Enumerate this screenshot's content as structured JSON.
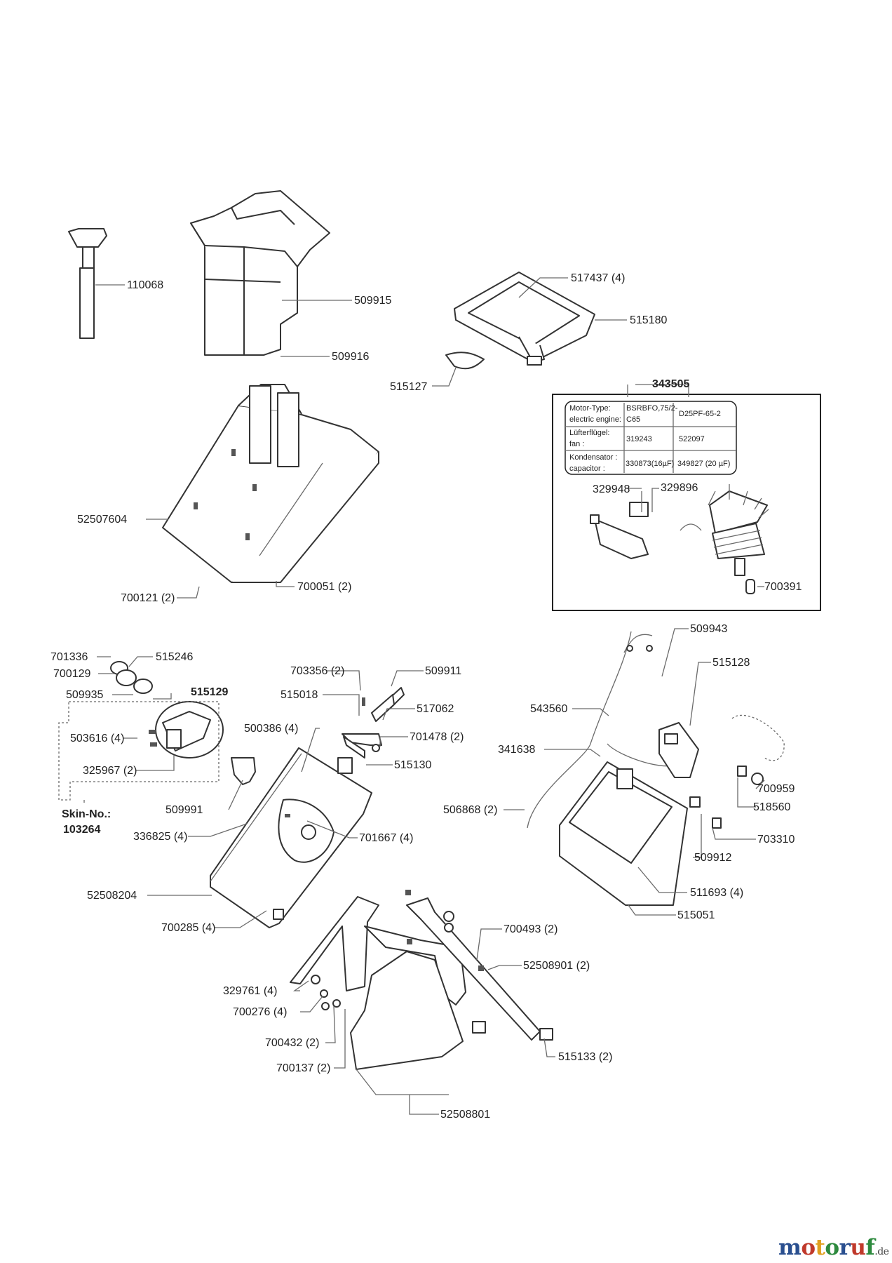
{
  "labels": {
    "p110068": "110068",
    "p509915": "509915",
    "p509916": "509916",
    "p517437": "517437 (4)",
    "p515180": "515180",
    "p515127": "515127",
    "p343505": "343505",
    "p52507604": "52507604",
    "p329948": "329948",
    "p329896": "329896",
    "p700391": "700391",
    "p700121": "700121 (2)",
    "p700051": "700051 (2)",
    "p509943": "509943",
    "p515128": "515128",
    "p701336": "701336",
    "p515246": "515246",
    "p700129": "700129",
    "p509935": "509935",
    "p515129": "515129",
    "p703356": "703356 (2)",
    "p509911": "509911",
    "p515018": "515018",
    "p517062": "517062",
    "p543560": "543560",
    "p500386": "500386 (4)",
    "p701478": "701478 (2)",
    "p503616": "503616 (4)",
    "p341638": "341638",
    "p515130": "515130",
    "p325967": "325967 (2)",
    "p700959": "700959",
    "p518560": "518560",
    "p506868": "506868 (2)",
    "p509991": "509991",
    "p703310": "703310",
    "p336825": "336825 (4)",
    "p701667": "701667 (4)",
    "p509912": "509912",
    "p52508204": "52508204",
    "p511693": "511693 (4)",
    "p515051": "515051",
    "p700285": "700285 (4)",
    "p700493": "700493 (2)",
    "p52508901": "52508901 (2)",
    "p329761": "329761 (4)",
    "p700276": "700276 (4)",
    "p700432": "700432 (2)",
    "p515133": "515133 (2)",
    "p700137": "700137 (2)",
    "p52508801": "52508801"
  },
  "skin": {
    "line1": "Skin-No.:",
    "line2": "103264"
  },
  "motor_table": {
    "r1c1a": "Motor-Type:",
    "r1c1b": "electric engine:",
    "r1c2a": "BSRBFO,75/2-",
    "r1c2b": "C65",
    "r1c3": "D25PF-65-2",
    "r2c1a": "Lüfterflügel:",
    "r2c1b": "fan :",
    "r2c2": "319243",
    "r2c3": "522097",
    "r3c1a": "Kondensator :",
    "r3c1b": "capacitor :",
    "r3c2": "330873(16µF)",
    "r3c3": "349827 (20 µF)"
  },
  "logo": {
    "text": "motoruf",
    "suffix": ".de"
  },
  "colors": {
    "line": "#6a6a6a",
    "part": "#333333",
    "logo_m": "#2a4f8f",
    "logo_o1": "#c0392b",
    "logo_t": "#e0a020",
    "logo_o2": "#2d8a3e",
    "logo_r": "#2a4f8f",
    "logo_u": "#c0392b",
    "logo_f": "#2d8a3e"
  }
}
